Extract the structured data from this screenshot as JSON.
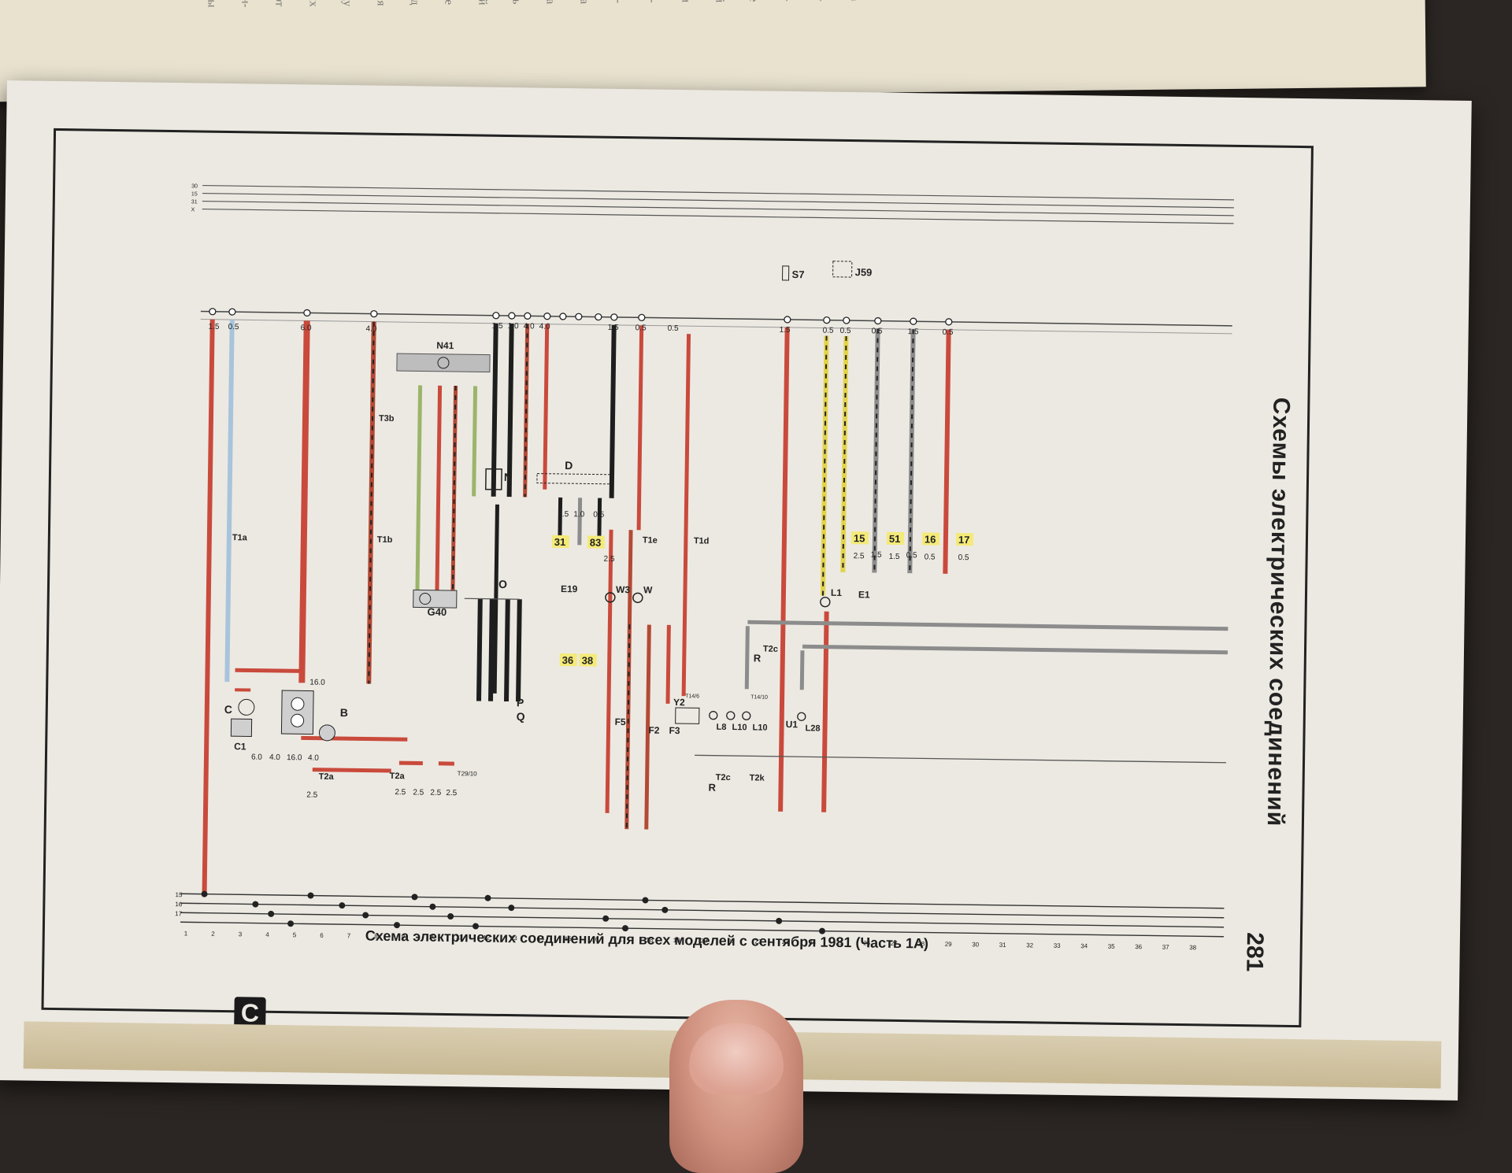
{
  "side_title": "Схемы электрических соединений",
  "page_number": "281",
  "caption": "Схема электрических соединений для всех моделей с сентября 1981 (Часть 1А)",
  "logo_letter": "C",
  "top_page_snippets": [
    "ветры",
    "при-",
    "от",
    "ых",
    "ку",
    "ются",
    "вход",
    "шитe",
    "мый",
    "сть",
    "хода",
    "тока",
    "вы-",
    "ра-",
    "ски",
    "ой",
    "уже",
    "тормо-",
    "вто-",
    "и на",
    "ще-",
    "ть-",
    "ция",
    "ните",
    "на",
    "щелчи",
    "ей",
    "тать",
    "тате-",
    "акку-",
    "вателя",
    "ни на",
    "йдите",
    "ована"
  ],
  "component_labels": {
    "N41": "N41",
    "N": "N",
    "D": "D",
    "G40": "G40",
    "O": "O",
    "P": "P",
    "Q": "Q",
    "E19": "E19",
    "W3": "W3",
    "W": "W",
    "T1e": "T1e",
    "T1d": "T1d",
    "T1a": "T1a",
    "T1b": "T1b",
    "T3b": "T3b",
    "C": "C",
    "C1": "C1",
    "B": "B",
    "T2a_1": "T2a",
    "T2a_2": "T2a",
    "T29_10": "T29/10",
    "F5": "F5",
    "F2": "F2",
    "F3": "F3",
    "Y2": "Y2",
    "L8": "L8",
    "L10": "L10",
    "L10b": "L10",
    "U1": "U1",
    "L28": "L28",
    "R": "R",
    "R2": "R",
    "T2c": "T2c",
    "T2c2": "T2c",
    "T2k": "T2k",
    "S7": "S7",
    "J59": "J59",
    "L1": "L1",
    "E1": "E1",
    "T14_6": "T14/6",
    "T14_10": "T14/10"
  },
  "wire_sizes": [
    "1.5",
    "0.5",
    "6.0",
    "4.0",
    "1.5",
    "1.0",
    "4.0",
    "4.0",
    "1.5",
    "0.5",
    "0.5",
    "1.5",
    "0.5",
    "0.5",
    "0.5",
    "1.5",
    "0.5",
    "1.5",
    "0.5",
    "2.5",
    "1.0",
    "0.5",
    "2.5",
    "16.0",
    "6.0",
    "4.0",
    "16.0",
    "4.0",
    "2.5",
    "2.5",
    "2.5",
    "2.5",
    "2.5"
  ],
  "ref_tags": [
    "31",
    "83",
    "36",
    "38",
    "15",
    "51",
    "16",
    "17"
  ],
  "tag_sizes": [
    "2.5",
    "1.5",
    "0.5",
    "0.5"
  ],
  "bus_labels": [
    "30",
    "15",
    "31",
    "X"
  ],
  "bottom_bus_labels": [
    "15",
    "16",
    "17"
  ],
  "track_numbers": [
    "1",
    "2",
    "3",
    "4",
    "5",
    "6",
    "7",
    "8",
    "9",
    "10",
    "11",
    "12",
    "13",
    "14",
    "15",
    "16",
    "17",
    "18",
    "19",
    "20",
    "21",
    "22",
    "23",
    "24",
    "25",
    "26",
    "27",
    "28",
    "29",
    "30",
    "31",
    "32",
    "33",
    "34",
    "35",
    "36",
    "37",
    "38"
  ],
  "colors": {
    "wire_red": "#c94a3c",
    "wire_black": "#1e1e1e",
    "wire_blue": "#a8c4dc",
    "wire_green": "#9bb56a",
    "wire_yellow": "#e3d34a",
    "wire_gray": "#8c8c8c",
    "tag_yellow": "#f4ea78",
    "page": "#ece9e2"
  }
}
